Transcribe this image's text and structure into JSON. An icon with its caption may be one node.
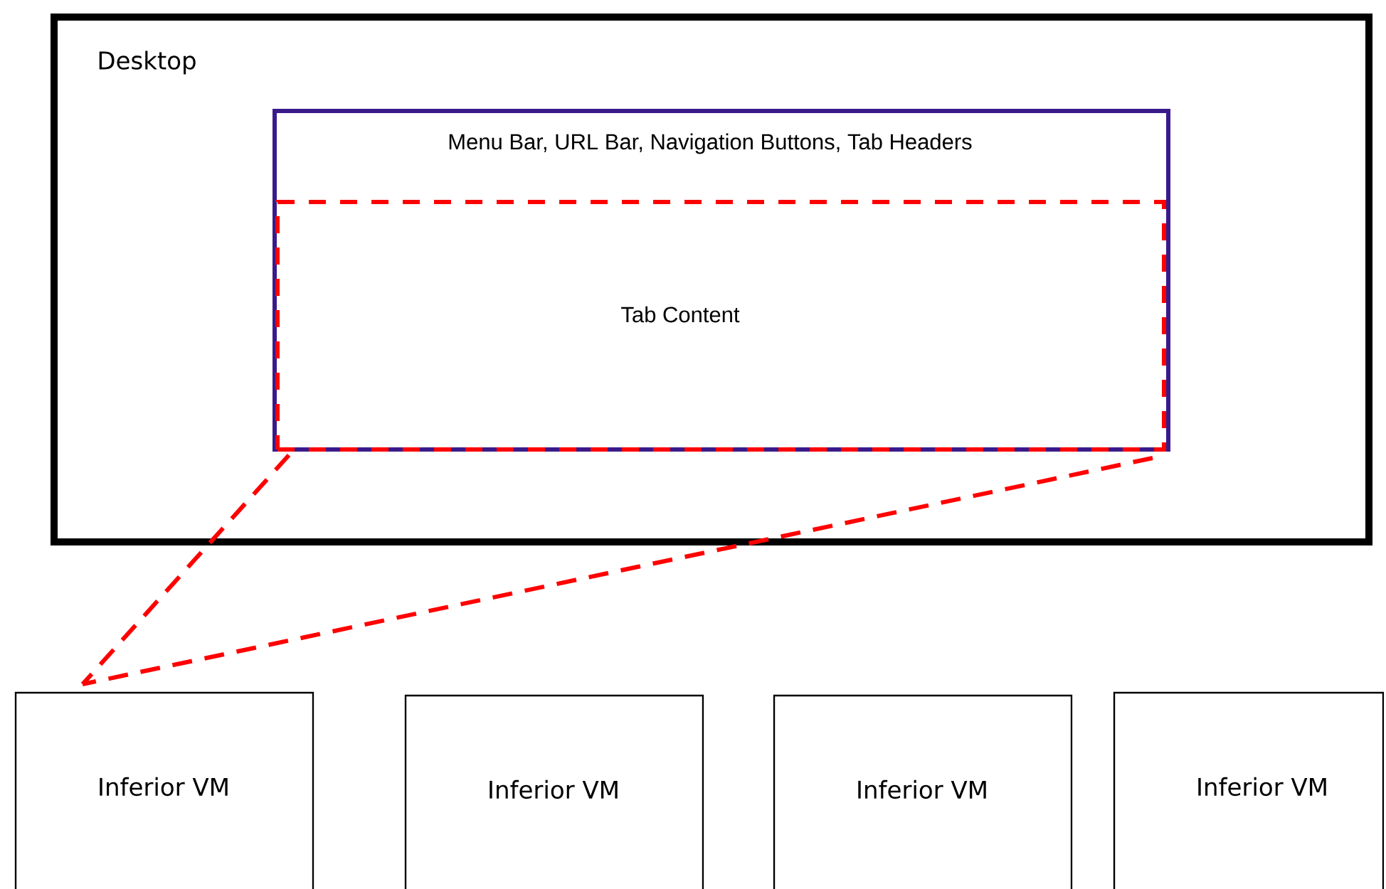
{
  "diagram": {
    "nodes": [
      {
        "text": [
          "Desktop"
        ]
      },
      {
        "text": [
          "Menu Bar,  URL Bar, Navigation Buttons, Tab Headers"
        ],
        "in": 0
      },
      {
        "text": [
          "Tab Content"
        ],
        "in": 1
      },
      {
        "text": [
          "Inferior VM"
        ]
      },
      {
        "text": [
          "Inferior VM"
        ]
      },
      {
        "text": [
          "Inferior VM"
        ]
      },
      {
        "text": [
          "Inferior VM"
        ]
      }
    ],
    "edges": [
      {
        "from": 2,
        "to": 3,
        "arrow": "none",
        "style": "dashed",
        "color": "#ff0000"
      },
      {
        "from": 2,
        "to": 3,
        "arrow": "none",
        "style": "dashed",
        "color": "#ff0000"
      }
    ]
  }
}
